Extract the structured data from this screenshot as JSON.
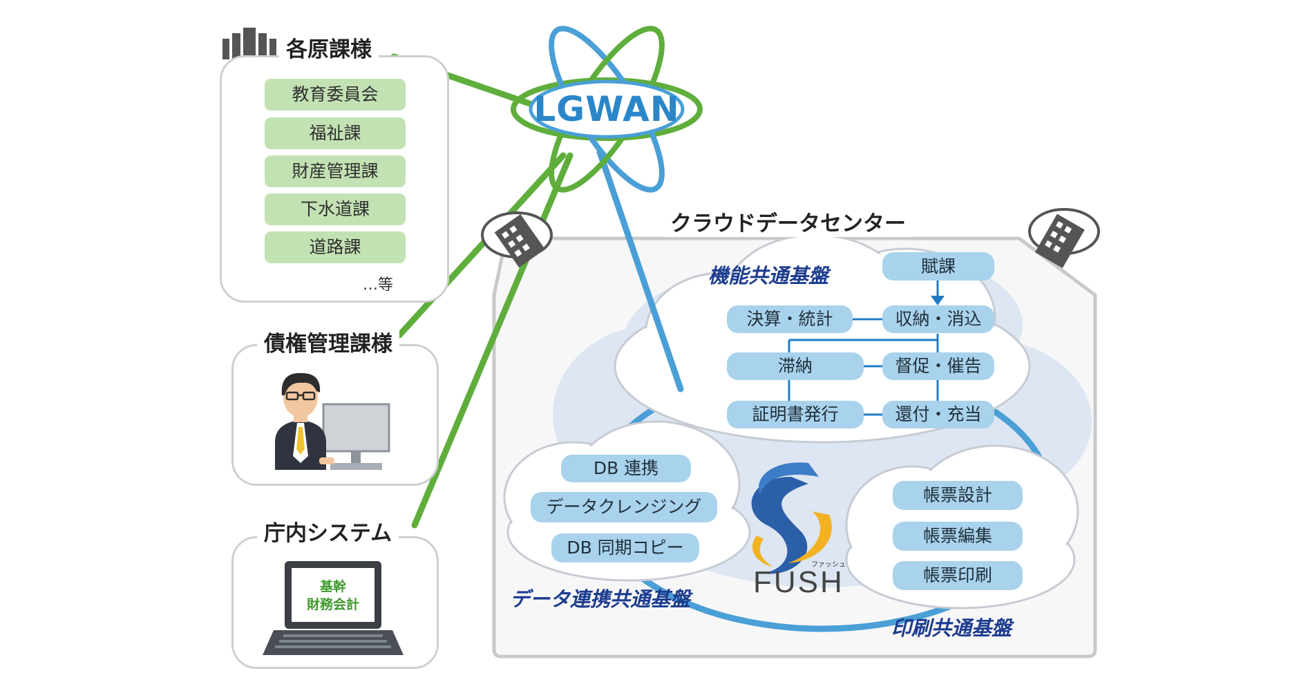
{
  "left": {
    "departments": {
      "title": "各原課様",
      "items": [
        "教育委員会",
        "福祉課",
        "財産管理課",
        "下水道課",
        "道路課"
      ],
      "etc": "…等"
    },
    "debt_management": {
      "title": "債権管理課様"
    },
    "internal_system": {
      "title": "庁内システム",
      "screen_line1": "基幹",
      "screen_line2": "財務会計"
    }
  },
  "lgwan": {
    "label": "LGWAN"
  },
  "cloud_center": {
    "title": "クラウドデータセンター",
    "function_platform": {
      "title": "機能共通基盤",
      "items": {
        "fuka": "賦課",
        "kessan": "決算・統計",
        "shuno": "収納・消込",
        "tainou": "滞納",
        "tokusoku": "督促・催告",
        "shomei": "証明書発行",
        "kanpu": "還付・充当"
      }
    },
    "data_platform": {
      "title": "データ連携共通基盤",
      "items": [
        "DB 連携",
        "データクレンジング",
        "DB 同期コピー"
      ]
    },
    "print_platform": {
      "title": "印刷共通基盤",
      "items": [
        "帳票設計",
        "帳票編集",
        "帳票印刷"
      ]
    },
    "brand": {
      "name": "FUSH",
      "ruby": "ファッシュ"
    }
  },
  "colors": {
    "green_line": "#5fae3c",
    "blue_line": "#4a9fd6",
    "green_item": "#c3e2b3",
    "blue_pill": "#a9d2ec",
    "cloud": "#dde6f2",
    "title_blue": "#1d3c8f"
  }
}
